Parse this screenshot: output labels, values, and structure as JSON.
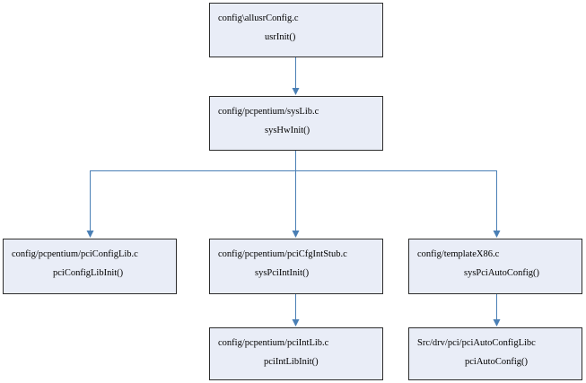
{
  "nodes": [
    {
      "id": "usrconfig",
      "file": "config\\allusrConfig.c",
      "func": "usrInit()"
    },
    {
      "id": "syslib",
      "file": "config/pcpentium/sysLib.c",
      "func": "sysHwInit()"
    },
    {
      "id": "pciconfiglib",
      "file": "config/pcpentium/pciConfigLib.c",
      "func": "pciConfigLibInit()"
    },
    {
      "id": "pcicfgintstub",
      "file": "config/pcpentium/pciCfgIntStub.c",
      "func": "sysPciIntInit()"
    },
    {
      "id": "templatex86",
      "file": "config/templateX86.c",
      "func": "sysPciAutoConfig()"
    },
    {
      "id": "pciintlib",
      "file": "config/pcpentium/pciIntLib.c",
      "func": "pciIntLibInit()"
    },
    {
      "id": "pciautoconfiglib",
      "file": "Src/drv/pci/pciAutoConfigLibc",
      "func": "pciAutoConfig()"
    }
  ],
  "edges": [
    {
      "from": "usrconfig",
      "to": "syslib"
    },
    {
      "from": "syslib",
      "to": "pciconfiglib"
    },
    {
      "from": "syslib",
      "to": "pcicfgintstub"
    },
    {
      "from": "syslib",
      "to": "templatex86"
    },
    {
      "from": "pcicfgintstub",
      "to": "pciintlib"
    },
    {
      "from": "templatex86",
      "to": "pciautoconfiglib"
    }
  ],
  "colors": {
    "box_fill": "#e9edf7",
    "box_border": "#2d2d2d",
    "connector": "#4a7fb5"
  }
}
